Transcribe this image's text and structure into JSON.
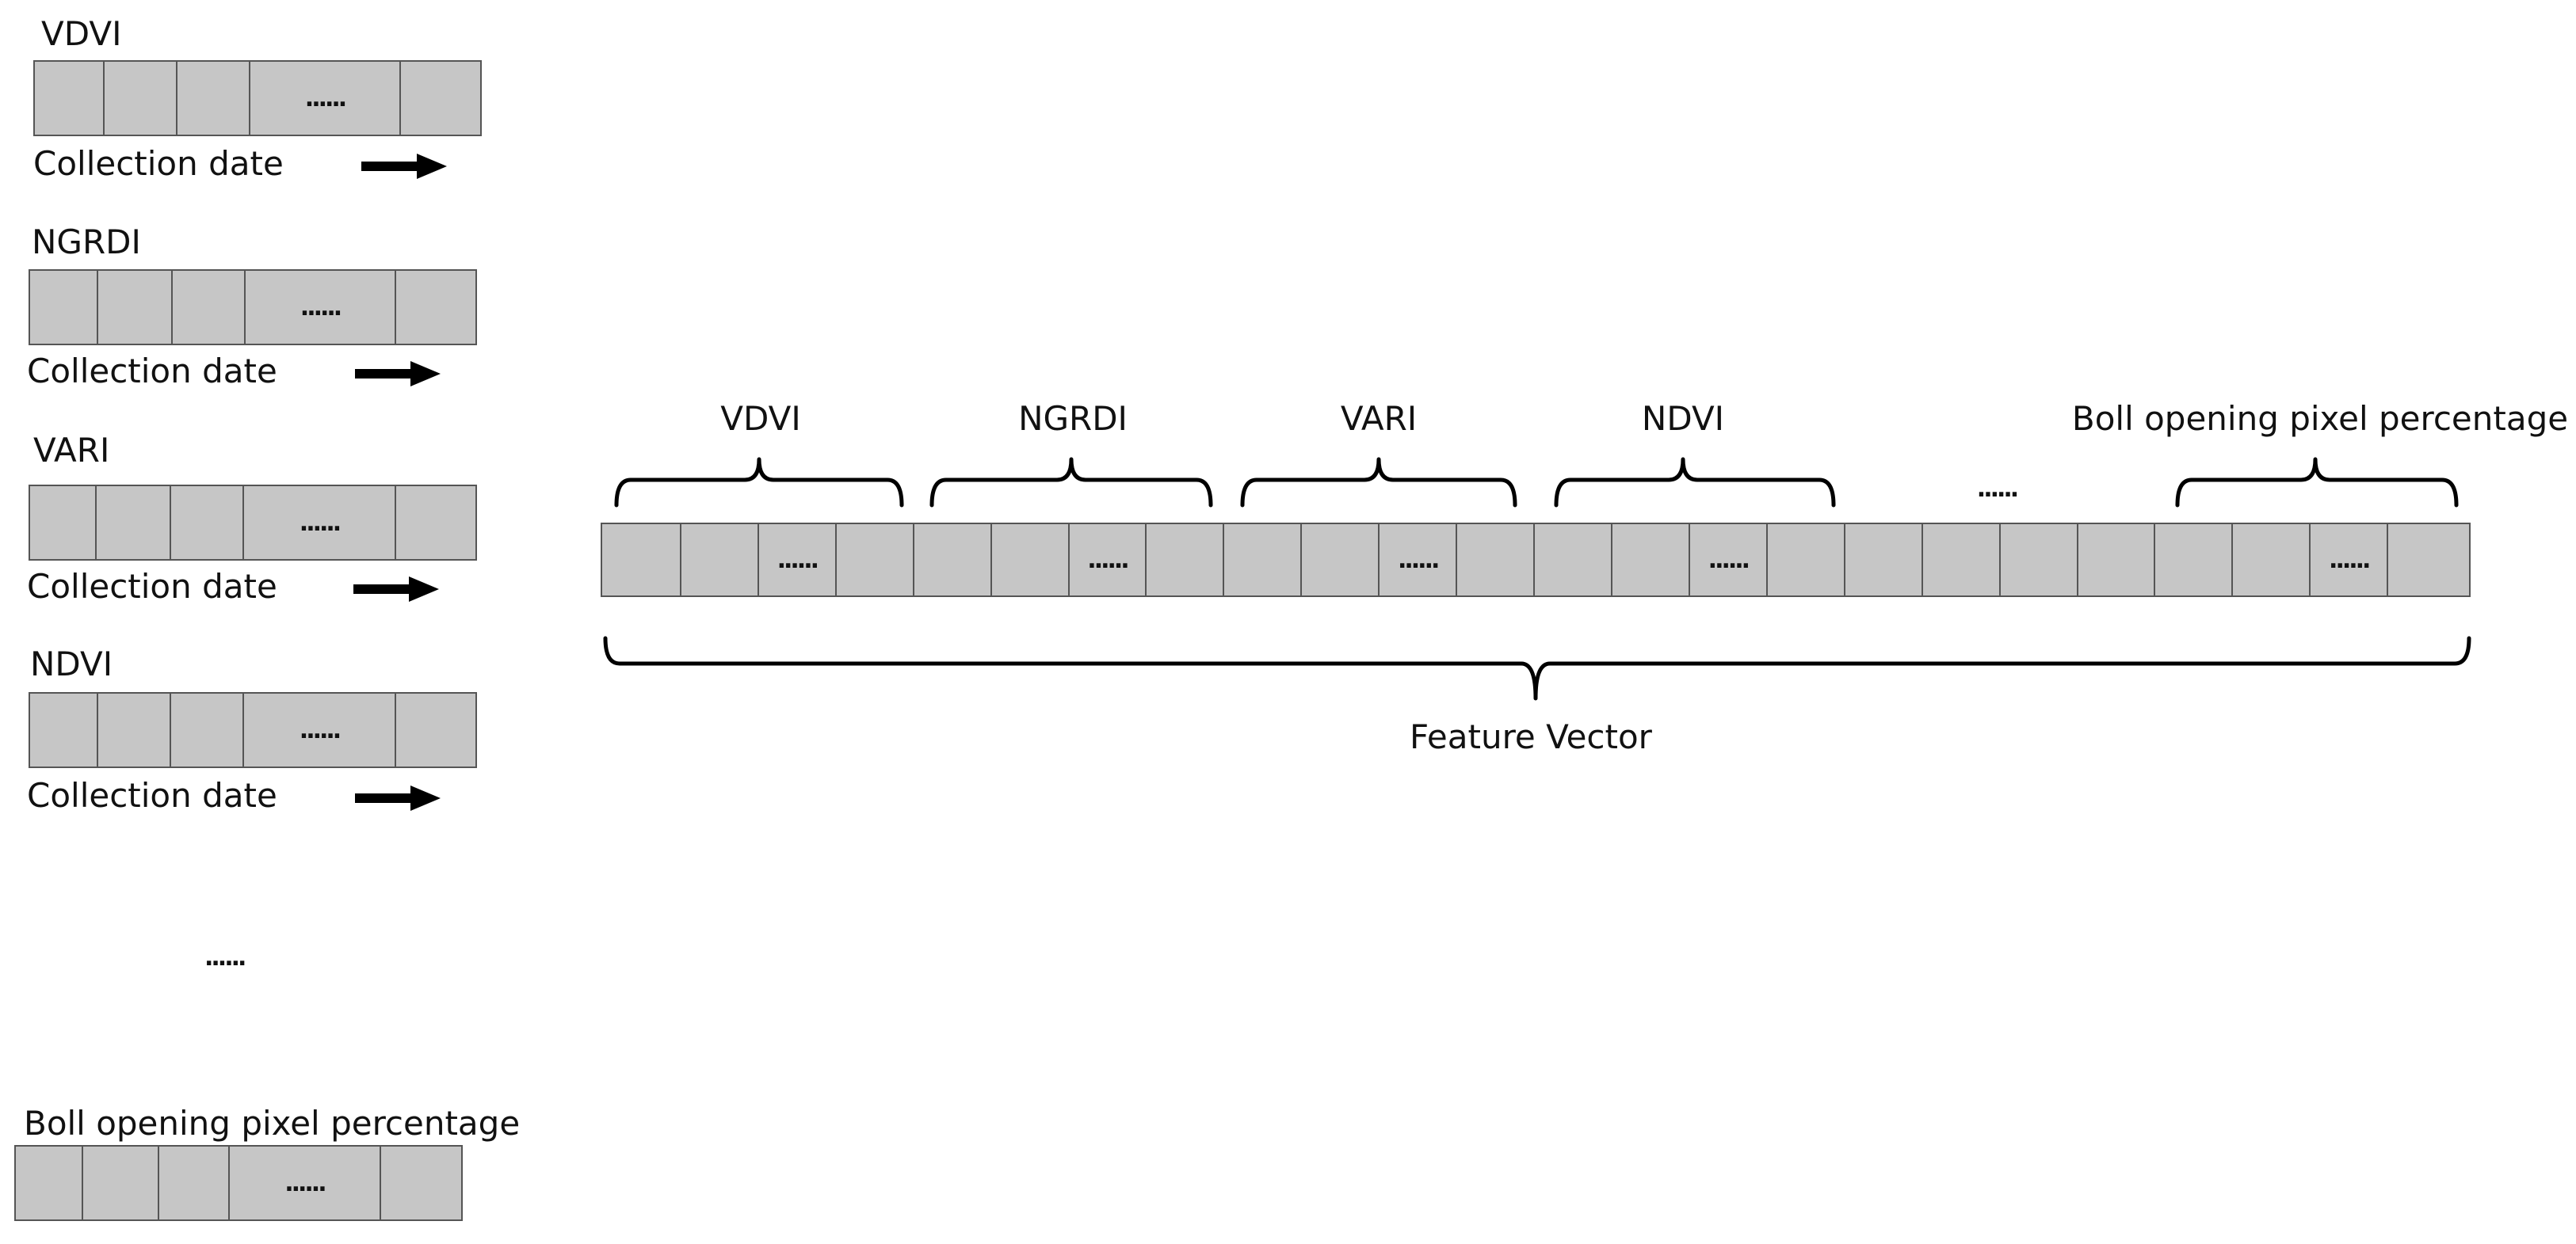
{
  "left_panels": [
    {
      "label": "VDVI",
      "caption": "Collection date",
      "cells": [
        "",
        "",
        "",
        "......",
        ""
      ]
    },
    {
      "label": "NGRDI",
      "caption": "Collection date",
      "cells": [
        "",
        "",
        "",
        "......",
        ""
      ]
    },
    {
      "label": "VARI",
      "caption": "Collection date",
      "cells": [
        "",
        "",
        "",
        "......",
        ""
      ]
    },
    {
      "label": "NDVI",
      "caption": "Collection date",
      "cells": [
        "",
        "",
        "",
        "......",
        ""
      ]
    }
  ],
  "left_ellipsis": "......",
  "boll_panel": {
    "label": "Boll opening pixel percentage",
    "cells": [
      "",
      "",
      "",
      "......",
      ""
    ]
  },
  "vector_groups": [
    {
      "label": "VDVI",
      "cells": [
        "",
        "",
        "......",
        ""
      ]
    },
    {
      "label": "NGRDI",
      "cells": [
        "",
        "",
        "......",
        ""
      ]
    },
    {
      "label": "VARI",
      "cells": [
        "",
        "",
        "......",
        ""
      ]
    },
    {
      "label": "NDVI",
      "cells": [
        "",
        "",
        "......",
        ""
      ]
    },
    {
      "label": "......",
      "cells": [
        "",
        "",
        "",
        ""
      ]
    },
    {
      "label": "Boll opening pixel percentage",
      "cells": [
        "",
        "",
        "......",
        ""
      ]
    }
  ],
  "feature_vector_label": "Feature Vector"
}
